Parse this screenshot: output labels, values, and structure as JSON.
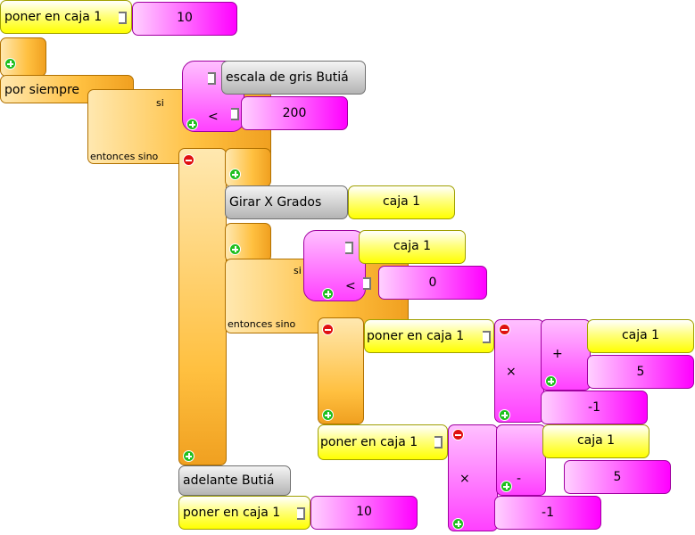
{
  "blocks": {
    "store1": {
      "label": "poner en caja 1",
      "value": "10"
    },
    "forever": {
      "label": "por siempre"
    },
    "ifelse1": {
      "if_label": "si",
      "then_else_label": "entonces sino"
    },
    "cond1": {
      "op": "<",
      "sensor": "escala de gris Butiá",
      "value": "200"
    },
    "turn": {
      "label": "Girar X Grados",
      "arg": "caja 1"
    },
    "ifelse2": {
      "if_label": "si",
      "then_else_label": "entonces sino"
    },
    "cond2": {
      "op": "<",
      "arg": "caja 1",
      "value": "0"
    },
    "store2": {
      "label": "poner en caja 1",
      "mul_op": "×",
      "add_op": "+",
      "box": "caja 1",
      "five": "5",
      "neg": "-1"
    },
    "store3": {
      "label": "poner en caja 1",
      "mul_op": "×",
      "sub_op": "-",
      "box": "caja 1",
      "five": "5",
      "neg": "-1"
    },
    "forward": {
      "label": "adelante Butiá"
    },
    "store4": {
      "label": "poner en caja 1",
      "value": "10"
    }
  }
}
